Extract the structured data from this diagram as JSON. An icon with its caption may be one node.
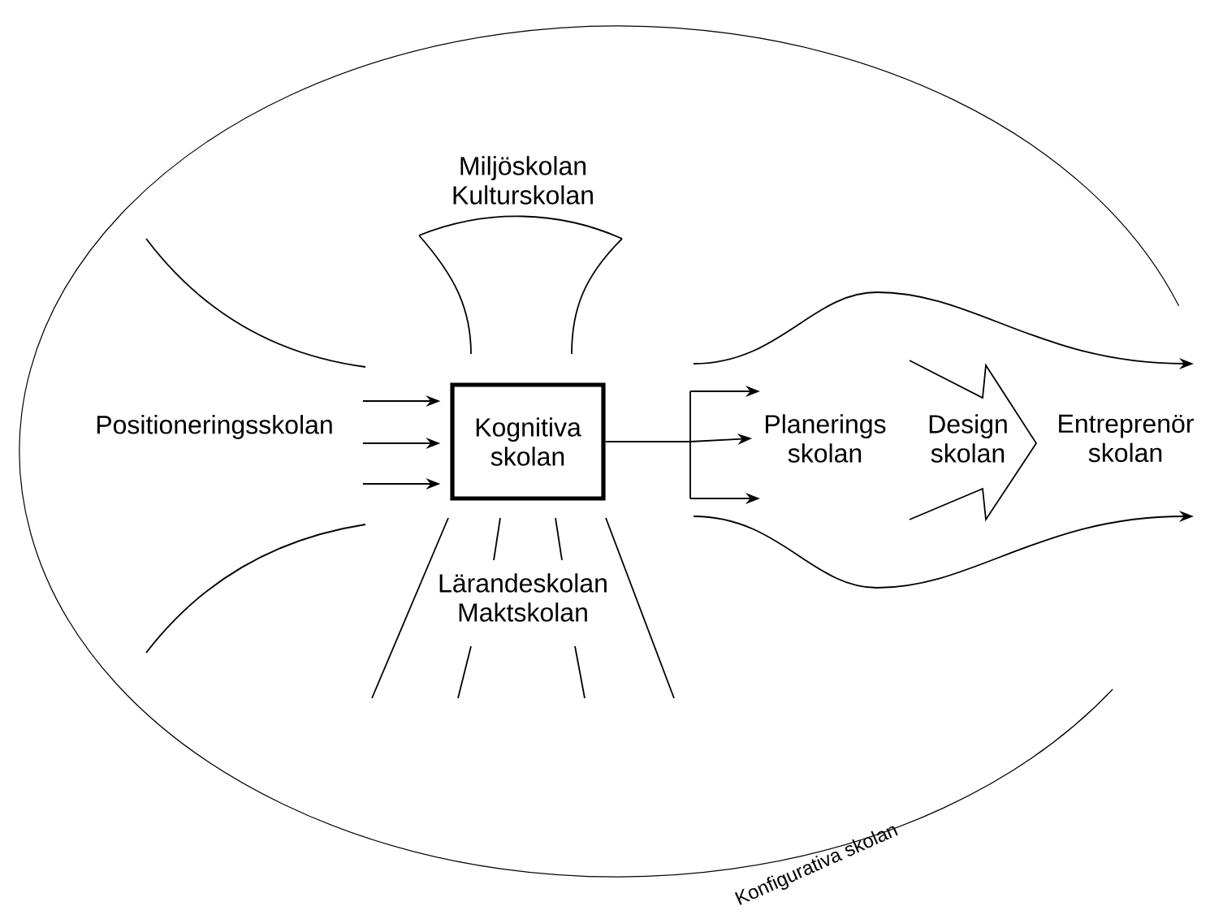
{
  "diagram": {
    "nodes": [
      {
        "text": [
          "Konfigurativa skolan"
        ]
      },
      {
        "text": [
          "Positioneringsskolan"
        ],
        "in": 0
      },
      {
        "text": [
          "Kognitiva skolan"
        ],
        "in": 0
      },
      {
        "text": [
          "Miljöskolan Kulturskolan"
        ],
        "in": 0
      },
      {
        "text": [
          "Lärandeskolan Maktskolan"
        ],
        "in": 0
      },
      {
        "text": [
          "Planerings skolan"
        ],
        "in": 0
      },
      {
        "text": [
          "Design skolan"
        ],
        "in": 0
      },
      {
        "text": [
          "Entreprenör skolan"
        ],
        "in": 0
      }
    ],
    "edges": [
      {
        "from": 1,
        "to": 2,
        "arrow": "to"
      },
      {
        "from": 1,
        "to": 2,
        "arrow": "to"
      },
      {
        "from": 1,
        "to": 2,
        "arrow": "to"
      },
      {
        "from": 2,
        "to": 5,
        "arrow": "to"
      }
    ]
  }
}
